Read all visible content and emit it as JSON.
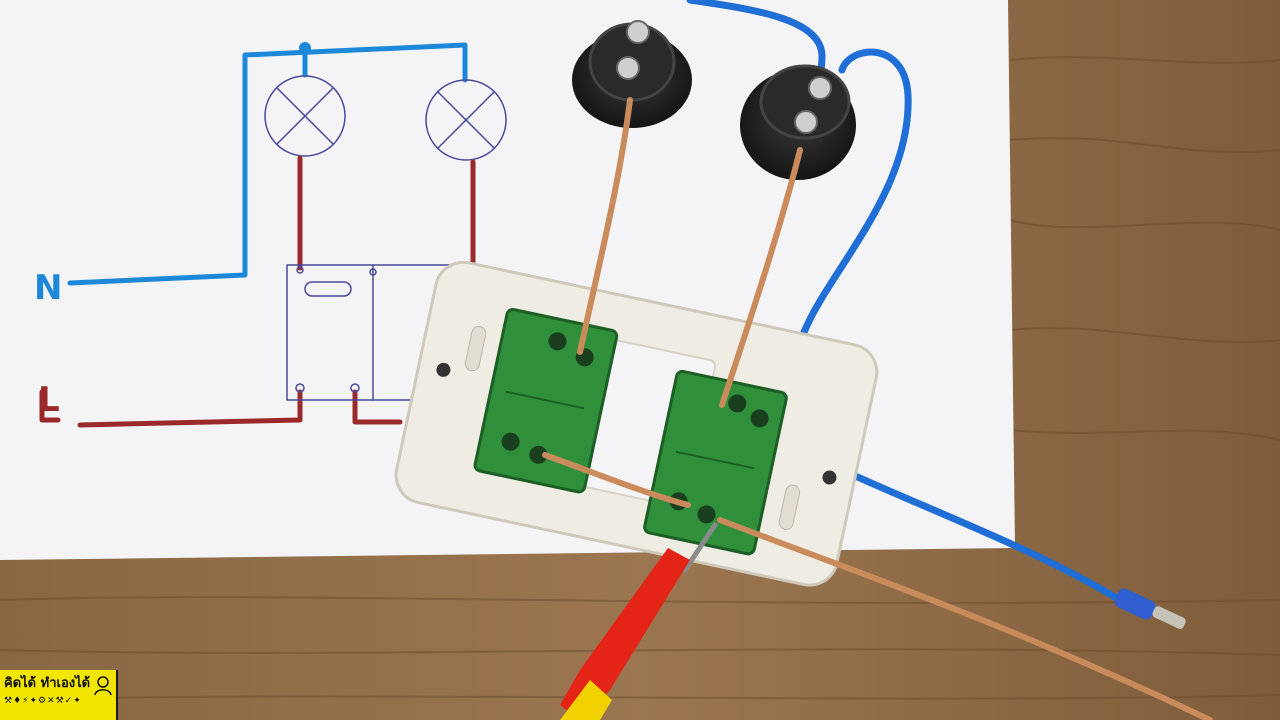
{
  "diagram": {
    "neutral_label": "N",
    "line_label": "L"
  },
  "logo": {
    "line1": "คิดได้ ทำเองได้",
    "line2": "⚒♦⚡✦⚙✕⚒✓✦"
  },
  "colors": {
    "neutral_wire": "#1e88d8",
    "live_wire": "#9a2a2a",
    "cable_brown": "#c98a5c",
    "cable_blue": "#1f6fd6",
    "switch_green": "#2f8f3a",
    "plate_white": "#efece4",
    "logo_yellow": "#f2e600"
  },
  "icons": [
    "lamp-symbol-icon",
    "switch-symbol-icon",
    "lamp-socket-icon",
    "screwdriver-icon",
    "mascot-icon"
  ]
}
